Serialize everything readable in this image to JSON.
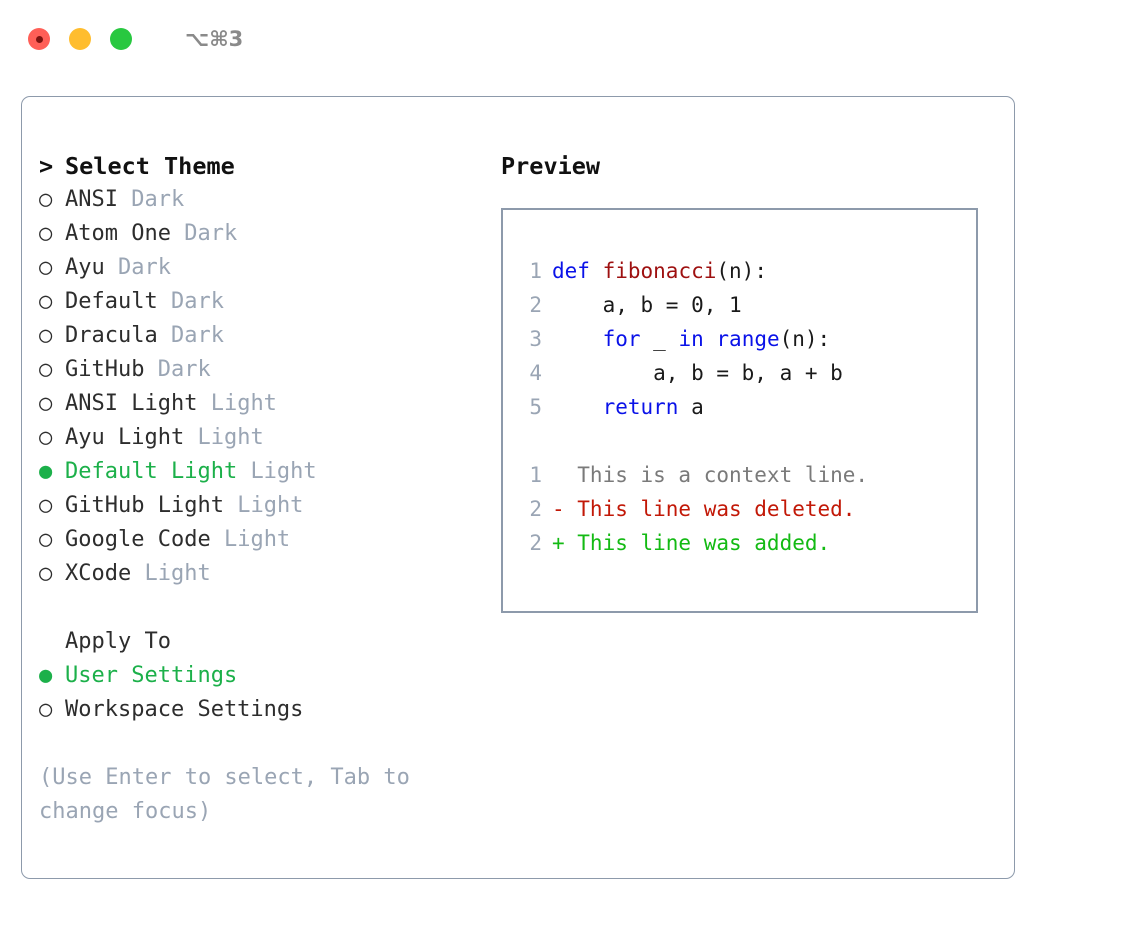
{
  "titlebar": {
    "shortcut": "⌥⌘3",
    "lights": [
      {
        "name": "close",
        "color": "#ff5f57"
      },
      {
        "name": "minimize",
        "color": "#ffbd2e"
      },
      {
        "name": "zoom",
        "color": "#28c840"
      }
    ]
  },
  "theme_picker": {
    "header": "Select Theme",
    "header_caret": ">",
    "marker_selected": "●",
    "marker_unselected": "○",
    "items": [
      {
        "label": "ANSI",
        "variant": "Dark",
        "selected": false
      },
      {
        "label": "Atom One",
        "variant": "Dark",
        "selected": false
      },
      {
        "label": "Ayu",
        "variant": "Dark",
        "selected": false
      },
      {
        "label": "Default",
        "variant": "Dark",
        "selected": false
      },
      {
        "label": "Dracula",
        "variant": "Dark",
        "selected": false
      },
      {
        "label": "GitHub",
        "variant": "Dark",
        "selected": false
      },
      {
        "label": "ANSI Light",
        "variant": "Light",
        "selected": false
      },
      {
        "label": "Ayu Light",
        "variant": "Light",
        "selected": false
      },
      {
        "label": "Default Light",
        "variant": "Light",
        "selected": true
      },
      {
        "label": "GitHub Light",
        "variant": "Light",
        "selected": false
      },
      {
        "label": "Google Code",
        "variant": "Light",
        "selected": false
      },
      {
        "label": "XCode",
        "variant": "Light",
        "selected": false
      }
    ]
  },
  "apply_to": {
    "title": "Apply To",
    "options": [
      {
        "label": "User Settings",
        "selected": true
      },
      {
        "label": "Workspace Settings",
        "selected": false
      }
    ]
  },
  "hint": "(Use Enter to select, Tab to change focus)",
  "preview": {
    "title": "Preview",
    "code_lines": [
      {
        "no": "1",
        "tokens": [
          {
            "t": "def",
            "c": "kw"
          },
          {
            "t": " ",
            "c": "plain"
          },
          {
            "t": "fibonacci",
            "c": "fn"
          },
          {
            "t": "(n):",
            "c": "plain"
          }
        ]
      },
      {
        "no": "2",
        "tokens": [
          {
            "t": "    a, b = 0, 1",
            "c": "plain"
          }
        ]
      },
      {
        "no": "3",
        "tokens": [
          {
            "t": "    ",
            "c": "plain"
          },
          {
            "t": "for",
            "c": "kw"
          },
          {
            "t": " _ ",
            "c": "plain"
          },
          {
            "t": "in",
            "c": "kw"
          },
          {
            "t": " ",
            "c": "plain"
          },
          {
            "t": "range",
            "c": "kw"
          },
          {
            "t": "(n):",
            "c": "plain"
          }
        ]
      },
      {
        "no": "4",
        "tokens": [
          {
            "t": "        a, b = b, a + b",
            "c": "plain"
          }
        ]
      },
      {
        "no": "5",
        "tokens": [
          {
            "t": "    ",
            "c": "plain"
          },
          {
            "t": "return",
            "c": "kw"
          },
          {
            "t": " a",
            "c": "plain"
          }
        ]
      }
    ],
    "diff_lines": [
      {
        "no": "1",
        "text": "  This is a context line.",
        "kind": "diff-ctx"
      },
      {
        "no": "2",
        "text": "- This line was deleted.",
        "kind": "diff-del"
      },
      {
        "no": "2",
        "text": "+ This line was added.",
        "kind": "diff-add"
      }
    ]
  },
  "colors": {
    "accent_green": "#1cb04a",
    "muted": "#9aa5b4",
    "border": "#8d9aab",
    "keyword": "#0a12e8",
    "function": "#9e1010",
    "diff_add": "#13ba13",
    "diff_del": "#c21807"
  }
}
